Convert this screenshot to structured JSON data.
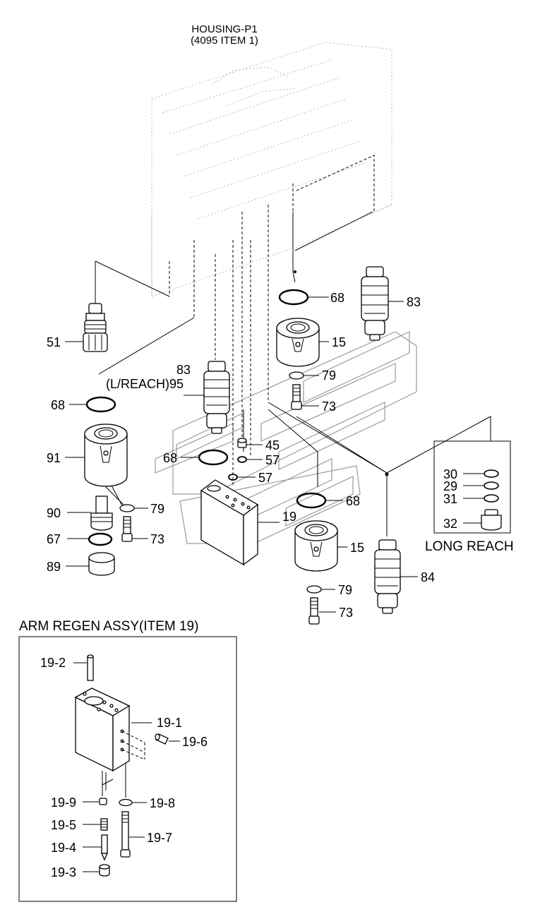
{
  "header": {
    "line1": "HOUSING-P1",
    "line2": "(4095 ITEM 1)"
  },
  "labels": {
    "l51": "51",
    "l68a": "68",
    "l68b": "68",
    "l68c": "68",
    "l68d": "68",
    "l83a": "83",
    "l83b": "83",
    "l95": "(L/REACH)95",
    "l15a": "15",
    "l15b": "15",
    "l79a": "79",
    "l79b": "79",
    "l79c": "79",
    "l73a": "73",
    "l73b": "73",
    "l73c": "73",
    "l45": "45",
    "l57a": "57",
    "l57b": "57",
    "l91": "91",
    "l90": "90",
    "l67": "67",
    "l89": "89",
    "l19": "19",
    "l84": "84",
    "l30": "30",
    "l29": "29",
    "l31": "31",
    "l32": "32"
  },
  "long_reach": {
    "title": "LONG REACH"
  },
  "arm_regen": {
    "title": "ARM REGEN ASSY(ITEM 19)",
    "labels": {
      "l19_2": "19-2",
      "l19_1": "19-1",
      "l19_6": "19-6",
      "l19_9": "19-9",
      "l19_8": "19-8",
      "l19_5": "19-5",
      "l19_7": "19-7",
      "l19_4": "19-4",
      "l19_3": "19-3"
    }
  }
}
